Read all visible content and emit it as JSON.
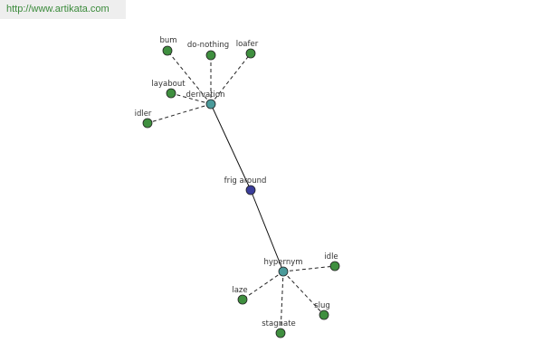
{
  "header": {
    "url": "http://www.artikata.com"
  },
  "colors": {
    "root": "#3a3d9a",
    "relation": "#4a9a9a",
    "leaf": "#3f8f3f"
  },
  "graph": {
    "root": {
      "label": "frig around"
    },
    "relations": [
      {
        "id": "derivation",
        "label": "derivation"
      },
      {
        "id": "hypernym",
        "label": "hypernym"
      }
    ],
    "leaves": [
      {
        "id": "bum",
        "label": "bum",
        "relation": "derivation"
      },
      {
        "id": "do-nothing",
        "label": "do-nothing",
        "relation": "derivation"
      },
      {
        "id": "loafer",
        "label": "loafer",
        "relation": "derivation"
      },
      {
        "id": "layabout",
        "label": "layabout",
        "relation": "derivation"
      },
      {
        "id": "idler",
        "label": "idler",
        "relation": "derivation"
      },
      {
        "id": "idle",
        "label": "idle",
        "relation": "hypernym"
      },
      {
        "id": "laze",
        "label": "laze",
        "relation": "hypernym"
      },
      {
        "id": "slug",
        "label": "slug",
        "relation": "hypernym"
      },
      {
        "id": "stagnate",
        "label": "stagnate",
        "relation": "hypernym"
      }
    ]
  }
}
